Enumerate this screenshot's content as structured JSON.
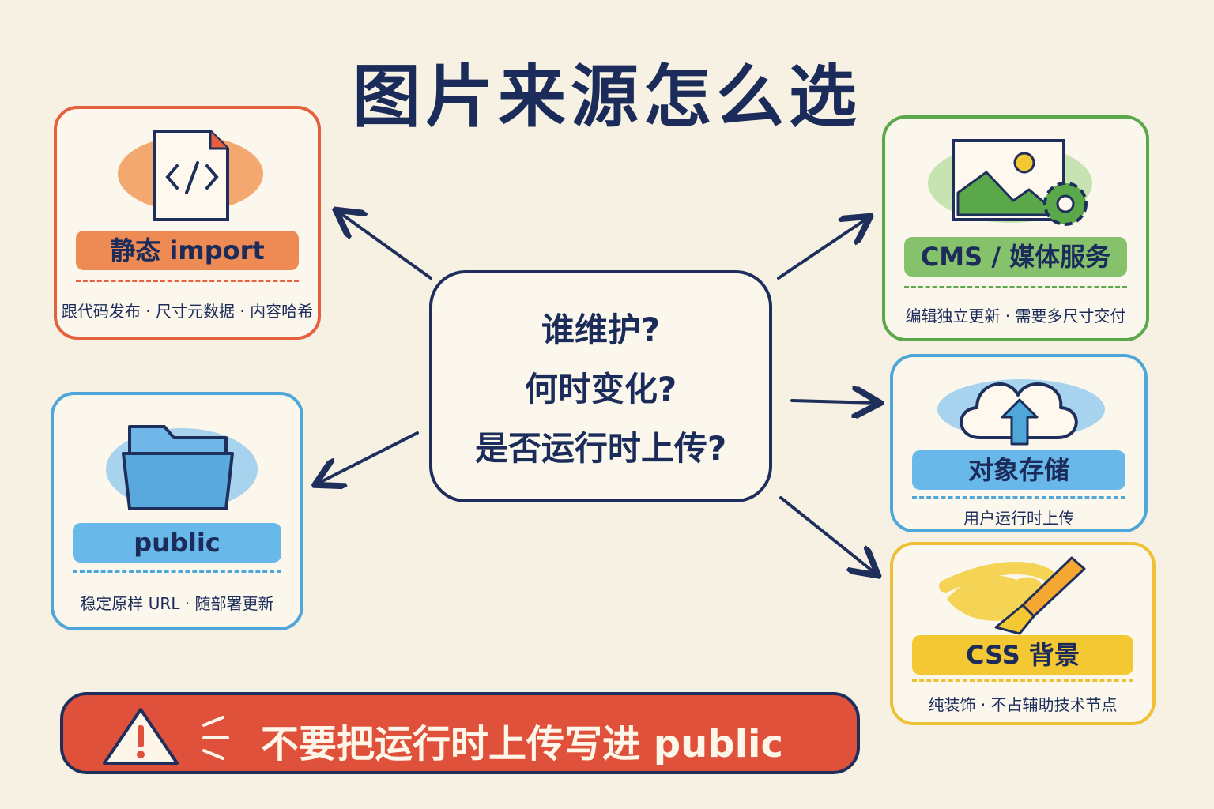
{
  "title": "图片来源怎么选",
  "center": {
    "line1": "谁维护?",
    "line2": "何时变化?",
    "line3": "是否运行时上传?"
  },
  "cards": {
    "static_import": {
      "label": "静态 import",
      "desc": "跟代码发布 · 尺寸元数据 · 内容哈希",
      "color": "#e5603f",
      "fill": "#ee8a53"
    },
    "public": {
      "label": "public",
      "desc": "稳定原样 URL · 随部署更新",
      "color": "#4ea6d9",
      "fill": "#68b8ea"
    },
    "cms": {
      "label": "CMS / 媒体服务",
      "desc": "编辑独立更新 · 需要多尺寸交付",
      "color": "#5ba84a",
      "fill": "#86c16c"
    },
    "object_storage": {
      "label": "对象存储",
      "desc": "用户运行时上传",
      "color": "#4ea6d9",
      "fill": "#68b8ea"
    },
    "css_background": {
      "label": "CSS 背景",
      "desc": "纯装饰 · 不占辅助技术节点",
      "color": "#edc035",
      "fill": "#f4c832"
    }
  },
  "warning": {
    "text": "不要把运行时上传写进 public",
    "color": "#e0513c"
  },
  "icons": [
    "code-file-icon",
    "folder-icon",
    "image-gear-icon",
    "cloud-upload-icon",
    "paintbrush-icon",
    "warning-triangle-icon"
  ]
}
